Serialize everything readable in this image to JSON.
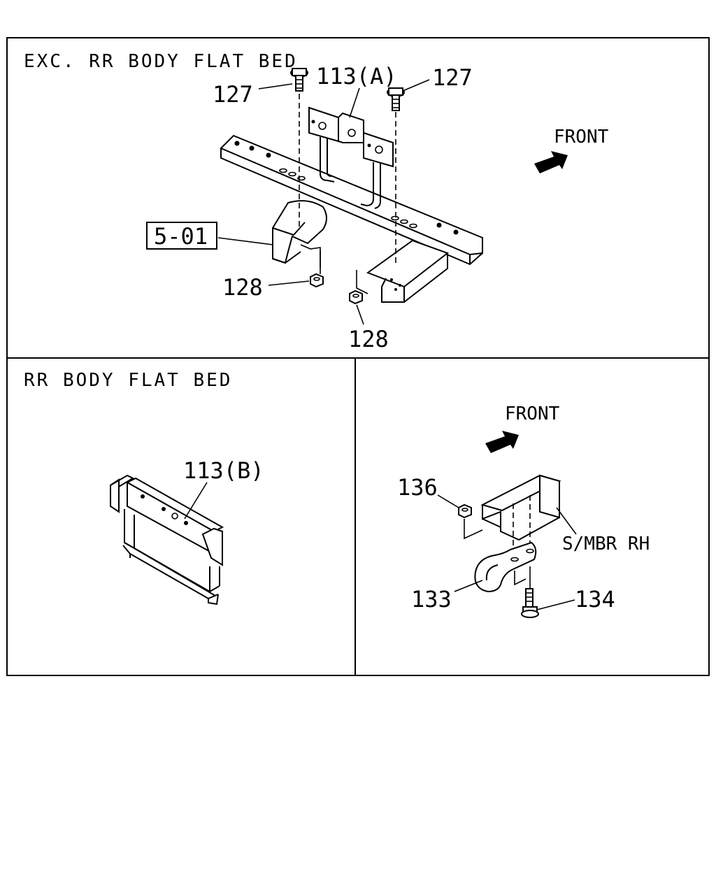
{
  "panels": {
    "top": {
      "heading": "EXC. RR BODY FLAT BED",
      "callouts": {
        "bolt_left": "127",
        "bolt_right": "127",
        "bracket": "113(A)",
        "ref_box": "5-01",
        "nut_left": "128",
        "nut_bottom": "128"
      },
      "direction": "FRONT"
    },
    "bottom_left": {
      "heading": "RR BODY FLAT BED",
      "callouts": {
        "bracket": "113(B)"
      }
    },
    "bottom_right": {
      "direction": "FRONT",
      "callouts": {
        "nut": "136",
        "member": "S/MBR RH",
        "hook": "133",
        "bolt": "134"
      }
    }
  }
}
